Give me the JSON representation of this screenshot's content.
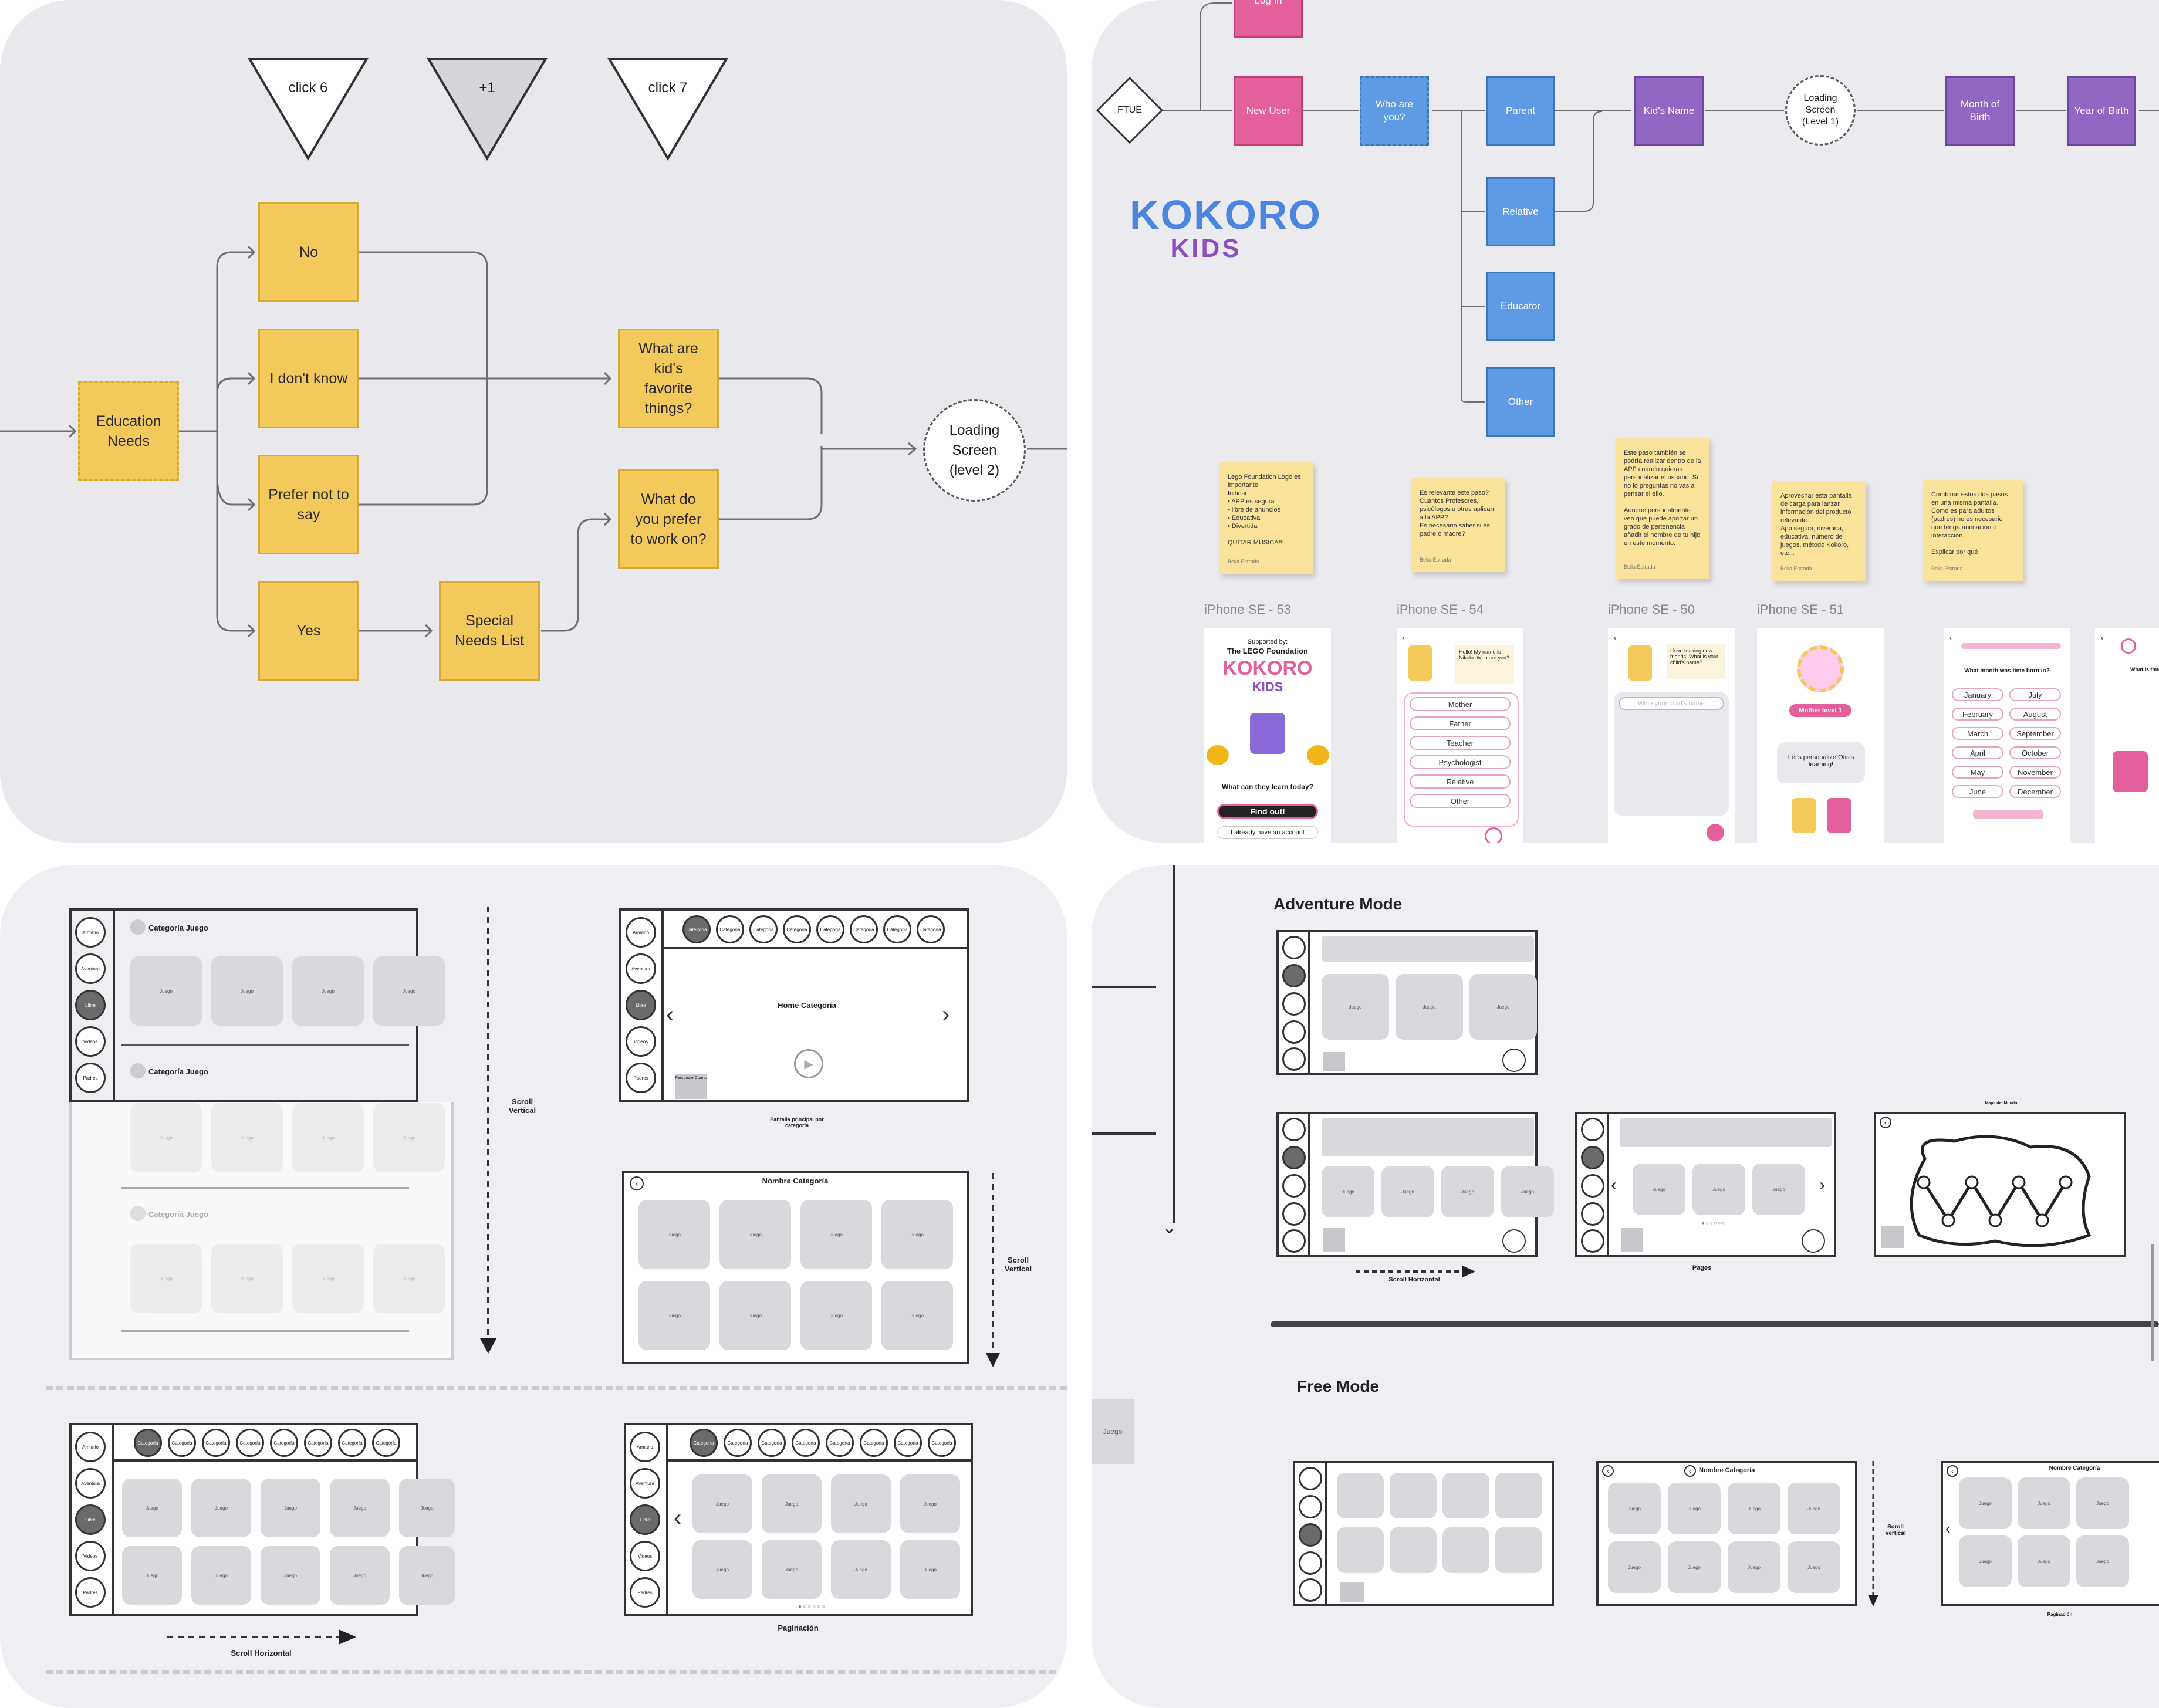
{
  "panel1": {
    "triangles": [
      "click 6",
      "+1",
      "click 7"
    ],
    "education_needs": "Education Needs",
    "options": [
      "No",
      "I don't know",
      "Prefer not to say",
      "Yes"
    ],
    "special_needs": "Special Needs List",
    "favorite_things": "What are kid's favorite things?",
    "work_on": "What do you prefer to work on?",
    "loading": "Loading Screen (level 2)"
  },
  "panel2": {
    "log_in": "Log In",
    "ftue": "FTUE",
    "new_user": "New User",
    "who_are_you": "Who are you?",
    "roles": [
      "Parent",
      "Relative",
      "Educator",
      "Other"
    ],
    "kids_name": "Kid's Name",
    "loading": "Loading Screen (Level 1)",
    "month_of_birth": "Month of Birth",
    "year_of_birth": "Year of Birth",
    "logo_top": "KOKORO",
    "logo_bottom": "KIDS",
    "stickies": [
      {
        "text": "Lego Foundation Logo es importante\nIndicar:\n• APP es segura\n• libre de anuncios\n• Educativa\n• Divertida\n\nQUITAR MÚSICA!!!",
        "author": "Bella Estrada"
      },
      {
        "text": "Es relevante este paso? Cuantos Profesores, psicólogos u otros aplican a la APP?\nEs necesario saber si es padre o madre?",
        "author": "Bella Estrada"
      },
      {
        "text": "Este paso también se podría realizar dentro de la APP cuando quieras personalizar el usuario. Si no lo preguntas no vas a pensar el ello.\n\nAunque personalmente veo que puede aportar un grado de pertenencia añadir el nombre de tu hijo en este momento.",
        "author": "Bella Estrada"
      },
      {
        "text": "Aprovechar esta pantalla de carga para lanzar información del producto relevante.\nApp segura, divertida, educativa, número de juegos, método Kokoro, etc...",
        "author": "Bella Estrada"
      },
      {
        "text": "Combinar estos dos pasos en una misma pantalla.\nComo es para adultos (padres) no es necesario que tenga animación o interacción.\n\nExplicar por qué",
        "author": "Bella Estrada"
      }
    ],
    "frames": [
      "iPhone SE - 53",
      "iPhone SE - 54",
      "iPhone SE - 50",
      "iPhone SE - 51"
    ],
    "phone53": {
      "supported": "Supported by:",
      "lego": "The LEGO Foundation",
      "question": "What can they learn today?",
      "cta": "Find out!",
      "account": "I already have an account"
    },
    "phone54": {
      "bubble": "Hello! My name is Nikolo. Who are you?",
      "options": [
        "Mother",
        "Father",
        "Teacher",
        "Psychologist",
        "Relative",
        "Other"
      ]
    },
    "phone50": {
      "bubble": "I love making new friends! What is your child's name?",
      "placeholder": "Write your child's name"
    },
    "phone51": {
      "badge": "Mother level 1",
      "bubble": "Let's personalize Otis's learning!"
    },
    "phone_months": {
      "question": "What month was time born in?",
      "months": [
        "January",
        "July",
        "February",
        "August",
        "March",
        "September",
        "April",
        "October",
        "May",
        "November",
        "June",
        "December"
      ]
    },
    "phone_year": {
      "question": "What is time's"
    }
  },
  "panel3": {
    "cat_juego": "Categoría Juego",
    "juego": "Juego",
    "sidebar": [
      "Armario",
      "Aventura",
      "Libre",
      "Videos",
      "Padres"
    ],
    "scroll_vertical": "Scroll Vertical",
    "categoria": "Categoría",
    "home_categoria": "Home Categoría",
    "personaje": "Personaje Cuarto",
    "pantalla": "Pantalla principal por categoría",
    "nombre_categoria": "Nombre Categoría",
    "scroll_horizontal": "Scroll Horizontal",
    "paginacion": "Paginación"
  },
  "panel4": {
    "adventure_mode": "Adventure Mode",
    "free_mode": "Free Mode",
    "scroll_horizontal": "Scroll Horizontal",
    "pages": "Pages",
    "paginacion": "Paginación",
    "scroll_vertical": "Scroll Vertical",
    "nombre_categoria": "Nombre Categoría",
    "juego": "Juego",
    "mapa": "Mapa del Mundo",
    "juego_stub": "Juego"
  }
}
